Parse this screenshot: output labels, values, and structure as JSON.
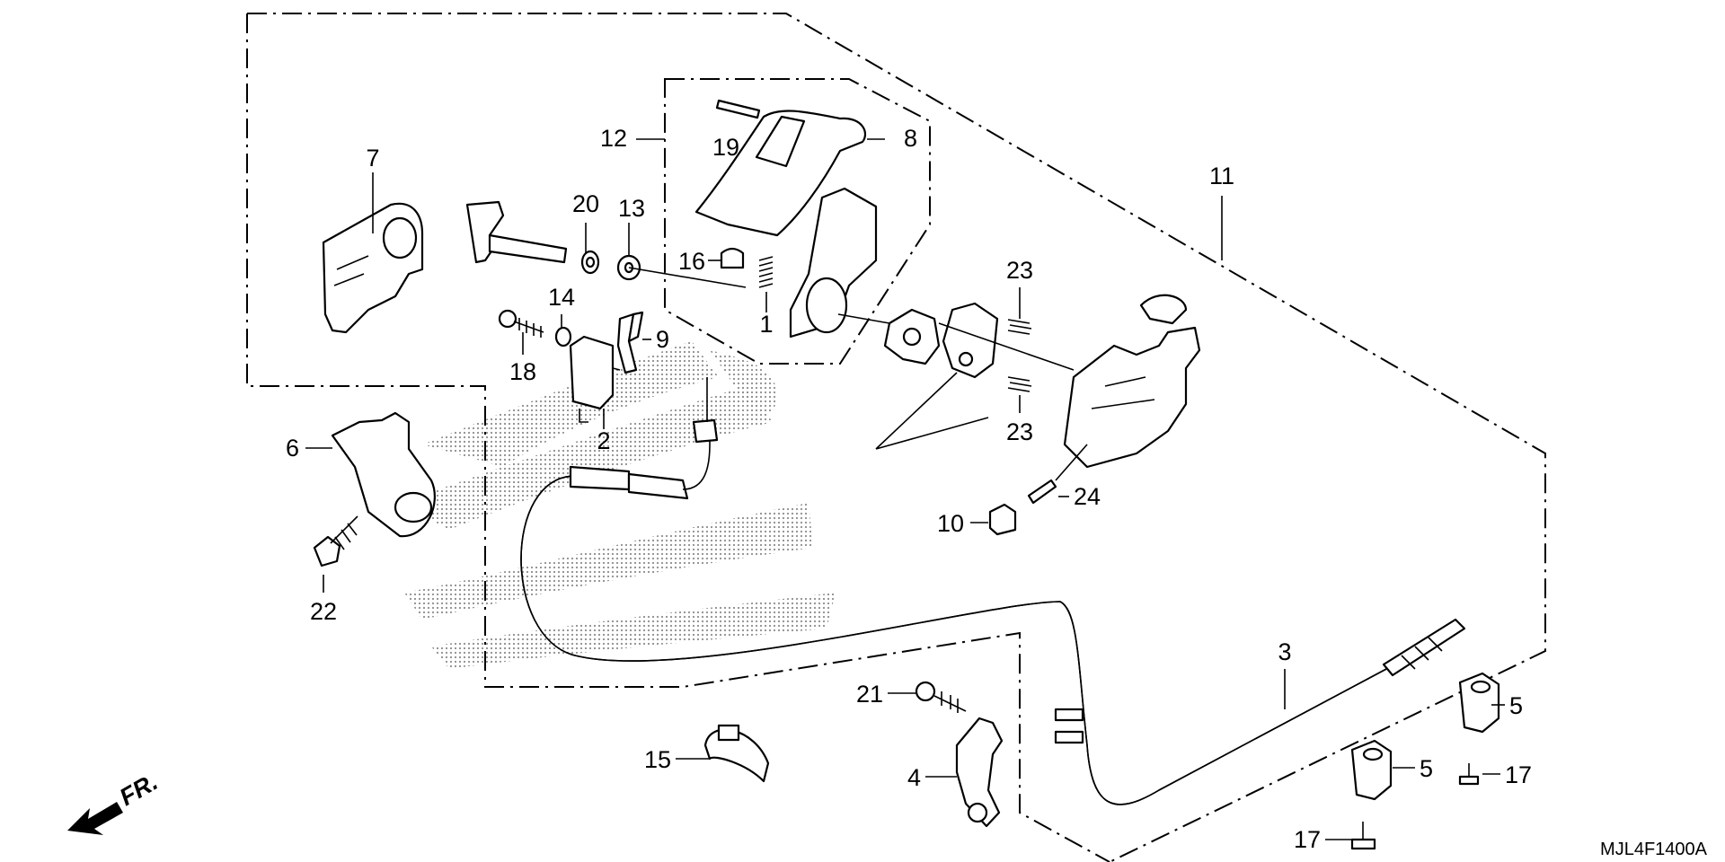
{
  "diagram": {
    "code": "MJL4F1400A",
    "front_marker": "FR.",
    "callouts": {
      "n1": "1",
      "n2": "2",
      "n3": "3",
      "n4": "4",
      "n5a": "5",
      "n5b": "5",
      "n6": "6",
      "n7": "7",
      "n8": "8",
      "n9": "9",
      "n10": "10",
      "n11": "11",
      "n12": "12",
      "n13": "13",
      "n14": "14",
      "n15": "15",
      "n16": "16",
      "n17a": "17",
      "n17b": "17",
      "n18": "18",
      "n19": "19",
      "n20": "20",
      "n21": "21",
      "n22": "22",
      "n23a": "23",
      "n23b": "23",
      "n24": "24"
    }
  }
}
